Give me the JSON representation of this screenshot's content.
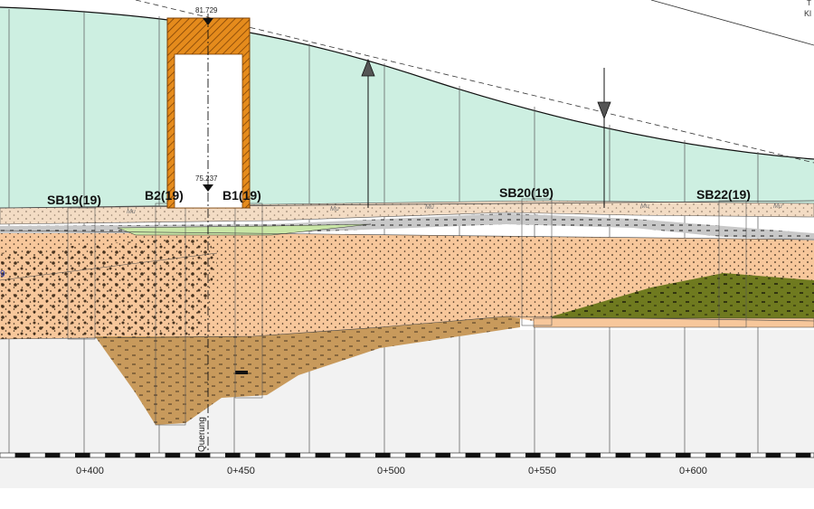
{
  "boreholes": [
    {
      "id": "SB19(19)"
    },
    {
      "id": "B2(19)"
    },
    {
      "id": "B1(19)"
    },
    {
      "id": "SB20(19)"
    },
    {
      "id": "SB22(19)"
    }
  ],
  "elevations": {
    "top": "81.729",
    "bottom": "75.237"
  },
  "chainage_ticks": [
    "0+400",
    "0+450",
    "0+500",
    "0+550",
    "0+600"
  ],
  "crossing_label": "Querung",
  "left_edge_fragment": "9",
  "corner_fragment_1": "T",
  "corner_fragment_2": "Kl",
  "soil_symbol": "Mu",
  "colors": {
    "sky": "#cdefe1",
    "fill_orange": "#f7c79b",
    "topsoil": "#f3dcc4",
    "gray_band": "#c8c8c8",
    "green_lens": "#c9e6a6",
    "brown_clay": "#c89a5c",
    "olive_layer": "#6f7a1f",
    "shaft": "#e58b1c"
  }
}
